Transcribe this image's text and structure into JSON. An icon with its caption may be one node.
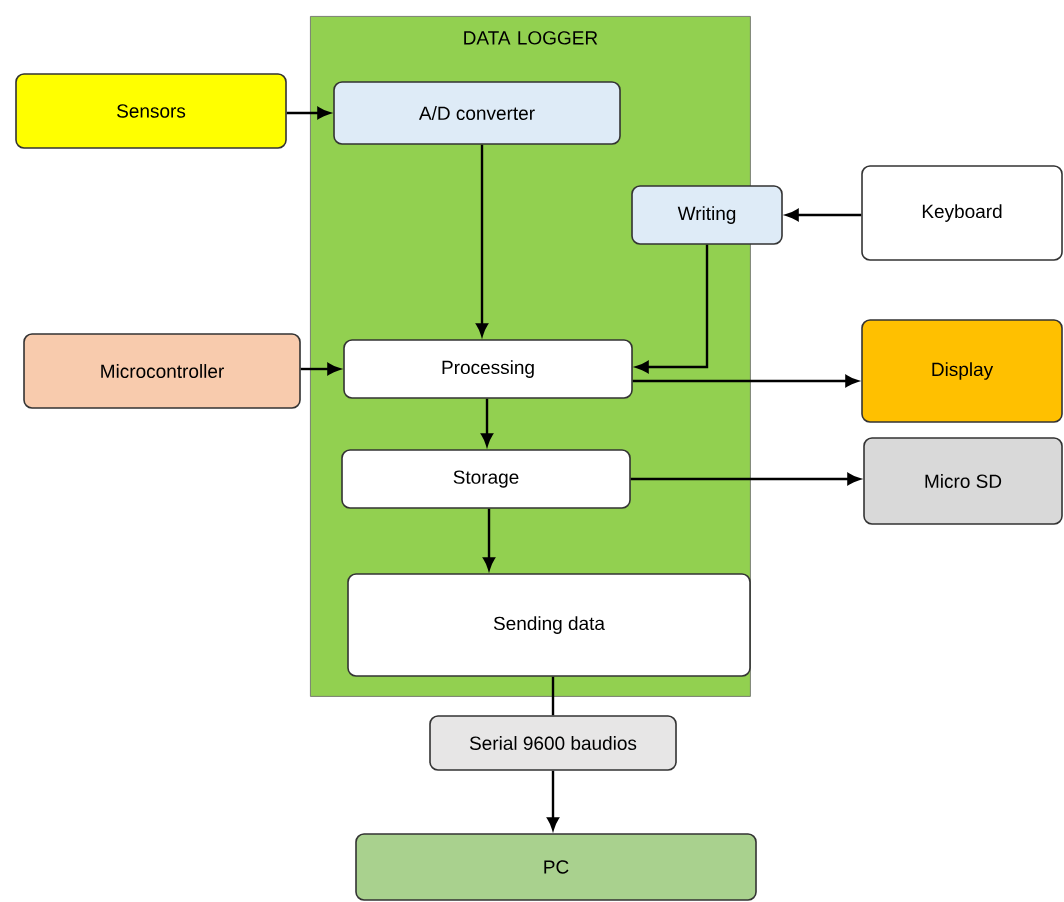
{
  "diagram": {
    "nodes": [
      {
        "text": [
          "DATA LOGGER"
        ]
      },
      {
        "text": [
          "Sensors"
        ]
      },
      {
        "text": [
          "A/D converter"
        ],
        "in": 0
      },
      {
        "text": [
          "Keyboard"
        ]
      },
      {
        "text": [
          "Writing"
        ],
        "in": 0
      },
      {
        "text": [
          "Microcontroller"
        ]
      },
      {
        "text": [
          "Processing"
        ],
        "in": 0
      },
      {
        "text": [
          "Display"
        ]
      },
      {
        "text": [
          "Storage"
        ],
        "in": 0
      },
      {
        "text": [
          "Micro SD"
        ]
      },
      {
        "text": [
          "Sending data"
        ],
        "in": 0
      },
      {
        "text": [
          "Serial 9600 baudios"
        ]
      },
      {
        "text": [
          "PC"
        ]
      }
    ],
    "edges": [
      {
        "from": 1,
        "to": 2,
        "arrow": "to"
      },
      {
        "from": 2,
        "to": 6,
        "arrow": "to"
      },
      {
        "from": 3,
        "to": 4,
        "arrow": "to"
      },
      {
        "from": 4,
        "to": 6,
        "arrow": "to"
      },
      {
        "from": 5,
        "to": 6,
        "arrow": "to"
      },
      {
        "from": 6,
        "to": 7,
        "arrow": "to"
      },
      {
        "from": 6,
        "to": 8,
        "arrow": "to"
      },
      {
        "from": 8,
        "to": 9,
        "arrow": "to"
      },
      {
        "from": 8,
        "to": 10,
        "arrow": "to"
      },
      {
        "from": 10,
        "to": 11,
        "arrow": "none"
      },
      {
        "from": 11,
        "to": 12,
        "arrow": "to"
      }
    ]
  }
}
